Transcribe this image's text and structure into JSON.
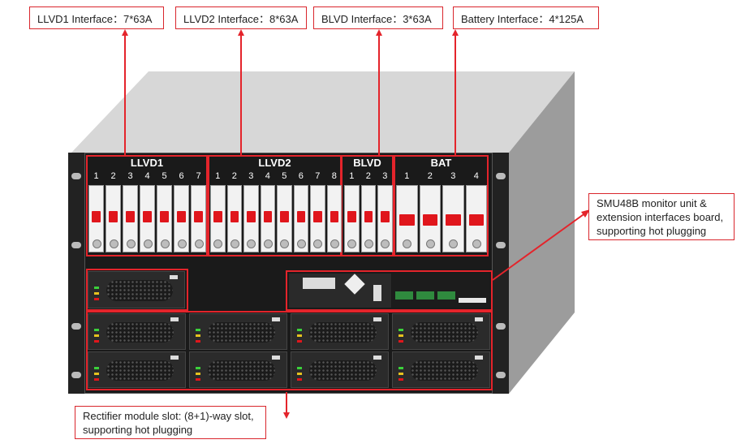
{
  "callouts": {
    "llvd1": "LLVD1 Interface：7*63A",
    "llvd2": "LLVD2 Interface：8*63A",
    "blvd": "BLVD Interface：3*63A",
    "battery": "Battery Interface：4*125A",
    "smu_line1": "SMU48B monitor unit &",
    "smu_line2": "extension interfaces board,",
    "smu_line3": "supporting hot plugging",
    "rect_line1": "Rectifier module slot: (8+1)-way slot,",
    "rect_line2": "supporting hot plugging"
  },
  "groups": {
    "llvd1": {
      "title": "LLVD1",
      "numbers": [
        "1",
        "2",
        "3",
        "4",
        "5",
        "6",
        "7"
      ]
    },
    "llvd2": {
      "title": "LLVD2",
      "numbers": [
        "1",
        "2",
        "3",
        "4",
        "5",
        "6",
        "7",
        "8"
      ]
    },
    "blvd": {
      "title": "BLVD",
      "numbers": [
        "1",
        "2",
        "3"
      ]
    },
    "bat": {
      "title": "BAT",
      "numbers": [
        "1",
        "2",
        "3",
        "4"
      ]
    }
  },
  "colors": {
    "accent": "#e4242b",
    "rack": "#1a1a1a",
    "cabinet": "#b5b5b5"
  }
}
